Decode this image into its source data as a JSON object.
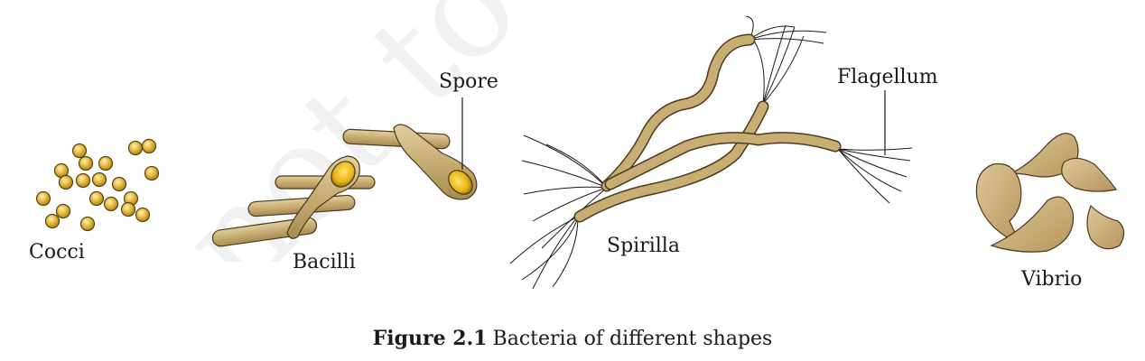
{
  "watermark": {
    "text": "not to"
  },
  "labels": {
    "cocci": "Cocci",
    "bacilli": "Bacilli",
    "spore": "Spore",
    "spirilla": "Spirilla",
    "flagellum": "Flagellum",
    "vibrio": "Vibrio"
  },
  "caption": {
    "number": "Figure 2.1",
    "text": "Bacteria of different shapes"
  },
  "colors": {
    "cell_fill": "#c9b07a",
    "cell_stroke": "#4a3a1e",
    "coccus_fill": "#e0b63a",
    "spore_fill": "#f2c21a"
  }
}
